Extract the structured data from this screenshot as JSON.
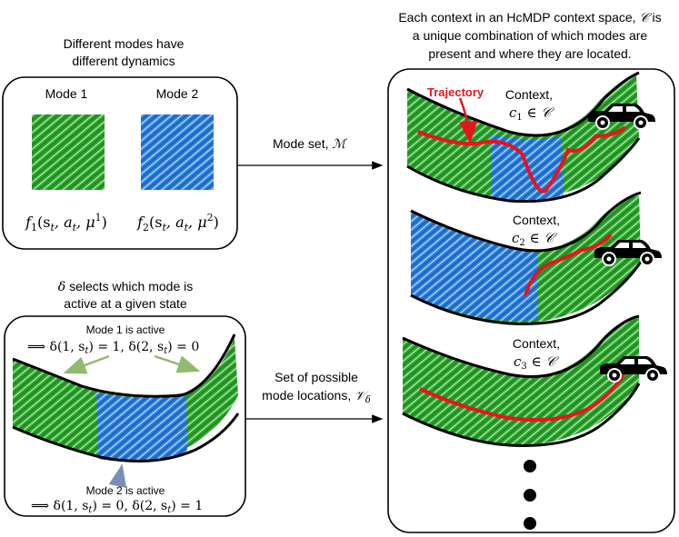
{
  "colors": {
    "mode1": "#1e9a1e",
    "mode2": "#1a6fd0",
    "trajectory": "#e8141c",
    "border": "#000000",
    "arrow_green": "#8fba6f",
    "arrow_blue": "#7890b8"
  },
  "modes_panel": {
    "caption_line1": "Different modes have",
    "caption_line2": "different dynamics",
    "mode1_title": "Mode 1",
    "mode2_title": "Mode 2",
    "f1": {
      "head": "f",
      "sub": "1",
      "open": "(s",
      "st": "t",
      "c1": ", a",
      "at": "t",
      "c2": ", μ",
      "sup": "1",
      "close": ")"
    },
    "f2": {
      "head": "f",
      "sub": "2",
      "open": "(s",
      "st": "t",
      "c1": ", a",
      "at": "t",
      "c2": ", μ",
      "sup": "2",
      "close": ")"
    }
  },
  "delta_panel": {
    "caption_line1_sym": "δ",
    "caption_line1_text": " selects which mode is",
    "caption_line2": "active at a given state",
    "mode1_active": "Mode 1 is active",
    "mode1_formula": "⟹ δ(1, s",
    "mode1_formula_sub": "t",
    "mode1_formula_rest": ") = 1, δ(2, s",
    "mode1_formula_sub2": "t",
    "mode1_formula_end": ") = 0",
    "mode2_active": "Mode 2 is active",
    "mode2_formula": "⟹ δ(1, s",
    "mode2_formula_sub": "t",
    "mode2_formula_rest": ") = 0, δ(2, s",
    "mode2_formula_sub2": "t",
    "mode2_formula_end": ") = 1"
  },
  "arrows": {
    "mode_set_text": "Mode set, ",
    "mode_set_sym": "ℳ",
    "locations_line1": "Set of possible",
    "locations_line2": "mode locations, ",
    "locations_sym": "𝒱",
    "locations_sub": "δ"
  },
  "context_panel": {
    "caption_line1_text": "Each context in an HcMDP context space, ",
    "caption_line1_sym": "𝒞",
    "caption_line1_end": " is",
    "caption_line2": "a unique combination of which modes are",
    "caption_line3": "present and where they are located.",
    "trajectory_label": "Trajectory",
    "contexts": [
      {
        "label": "Context,",
        "sym": "c",
        "sub": "1",
        "rest": " ∈ 𝒞"
      },
      {
        "label": "Context,",
        "sym": "c",
        "sub": "2",
        "rest": " ∈ 𝒞"
      },
      {
        "label": "Context,",
        "sym": "c",
        "sub": "3",
        "rest": " ∈ 𝒞"
      }
    ]
  }
}
